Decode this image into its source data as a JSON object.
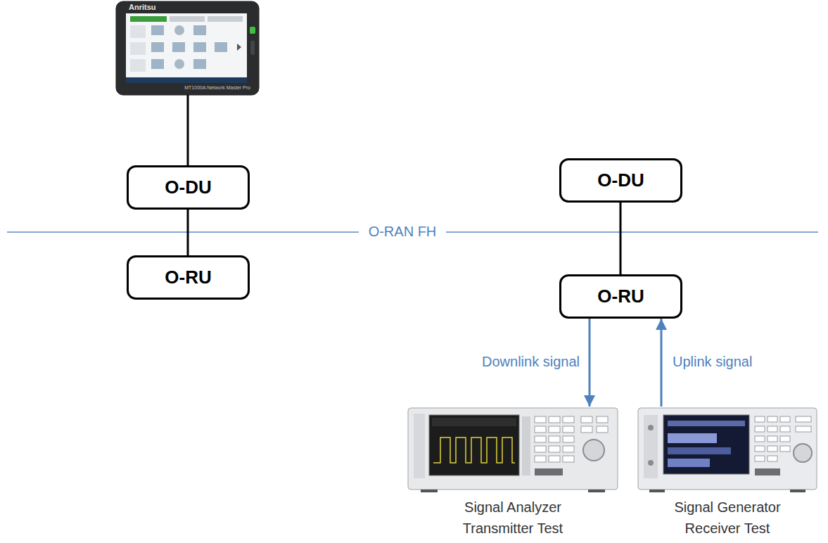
{
  "diagram": {
    "nodes": [
      {
        "text": [
          "Anritsu",
          "MT1000A Network Master Pro"
        ]
      },
      {
        "text": [
          "O-DU"
        ]
      },
      {
        "text": [
          "O-RU"
        ]
      },
      {
        "text": [
          "O-DU"
        ]
      },
      {
        "text": [
          "O-RU"
        ]
      },
      {
        "text": [
          "Signal Analyzer Transmitter Test"
        ]
      },
      {
        "text": [
          "Signal Generator Receiver Test"
        ]
      }
    ],
    "edges": [
      {
        "from": 0,
        "to": 1,
        "arrow": "none"
      },
      {
        "from": 1,
        "to": 2,
        "arrow": "none"
      },
      {
        "from": 3,
        "to": 4,
        "arrow": "none"
      },
      {
        "from": 4,
        "to": 5,
        "label": "Downlink signal",
        "arrow": "to"
      },
      {
        "from": 6,
        "to": 4,
        "label": "Uplink signal",
        "arrow": "to"
      }
    ],
    "labels": [
      "O-RAN FH"
    ]
  }
}
